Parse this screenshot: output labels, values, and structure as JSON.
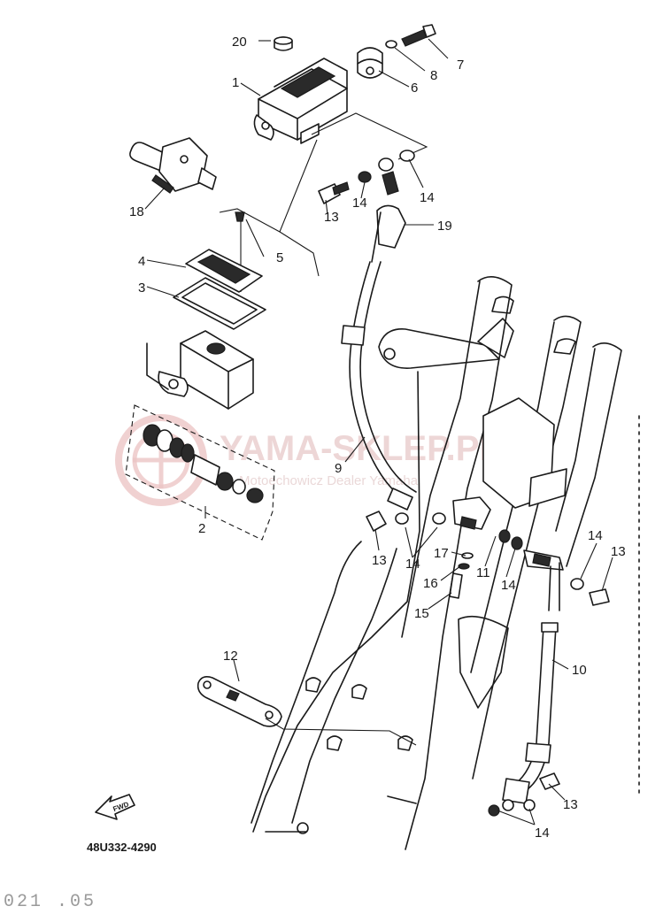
{
  "callouts": [
    {
      "id": "c1",
      "label": "1"
    },
    {
      "id": "c2",
      "label": "2"
    },
    {
      "id": "c3",
      "label": "3"
    },
    {
      "id": "c4",
      "label": "4"
    },
    {
      "id": "c5",
      "label": "5"
    },
    {
      "id": "c6",
      "label": "6"
    },
    {
      "id": "c7",
      "label": "7"
    },
    {
      "id": "c8",
      "label": "8"
    },
    {
      "id": "c9",
      "label": "9"
    },
    {
      "id": "c10",
      "label": "10"
    },
    {
      "id": "c11",
      "label": "11"
    },
    {
      "id": "c12",
      "label": "12"
    },
    {
      "id": "c13a",
      "label": "13"
    },
    {
      "id": "c13b",
      "label": "13"
    },
    {
      "id": "c13c",
      "label": "13"
    },
    {
      "id": "c13d",
      "label": "13"
    },
    {
      "id": "c14a",
      "label": "14"
    },
    {
      "id": "c14b",
      "label": "14"
    },
    {
      "id": "c14c",
      "label": "14"
    },
    {
      "id": "c14d",
      "label": "14"
    },
    {
      "id": "c14e",
      "label": "14"
    },
    {
      "id": "c14f",
      "label": "14"
    },
    {
      "id": "c15",
      "label": "15"
    },
    {
      "id": "c16",
      "label": "16"
    },
    {
      "id": "c17",
      "label": "17"
    },
    {
      "id": "c18",
      "label": "18"
    },
    {
      "id": "c19",
      "label": "19"
    },
    {
      "id": "c20",
      "label": "20"
    }
  ],
  "diagram_code": "48U332-4290",
  "front_arrow_label": "FWD",
  "watermark": {
    "brand": "YAMA-SKLEP.PL",
    "subtitle": "Motoechowicz Dealer Yamaha"
  },
  "footer_mark": "021 .05"
}
